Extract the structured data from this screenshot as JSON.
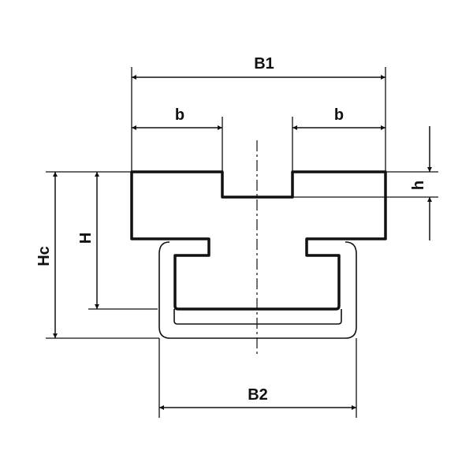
{
  "title": "Chain guide profile dimension drawing",
  "labels": {
    "B1": "B1",
    "b_left": "b",
    "b_right": "b",
    "h": "h",
    "H": "H",
    "Hc": "Hc",
    "B2": "B2"
  },
  "colors": {
    "line": "#111111",
    "background": "#ffffff"
  }
}
